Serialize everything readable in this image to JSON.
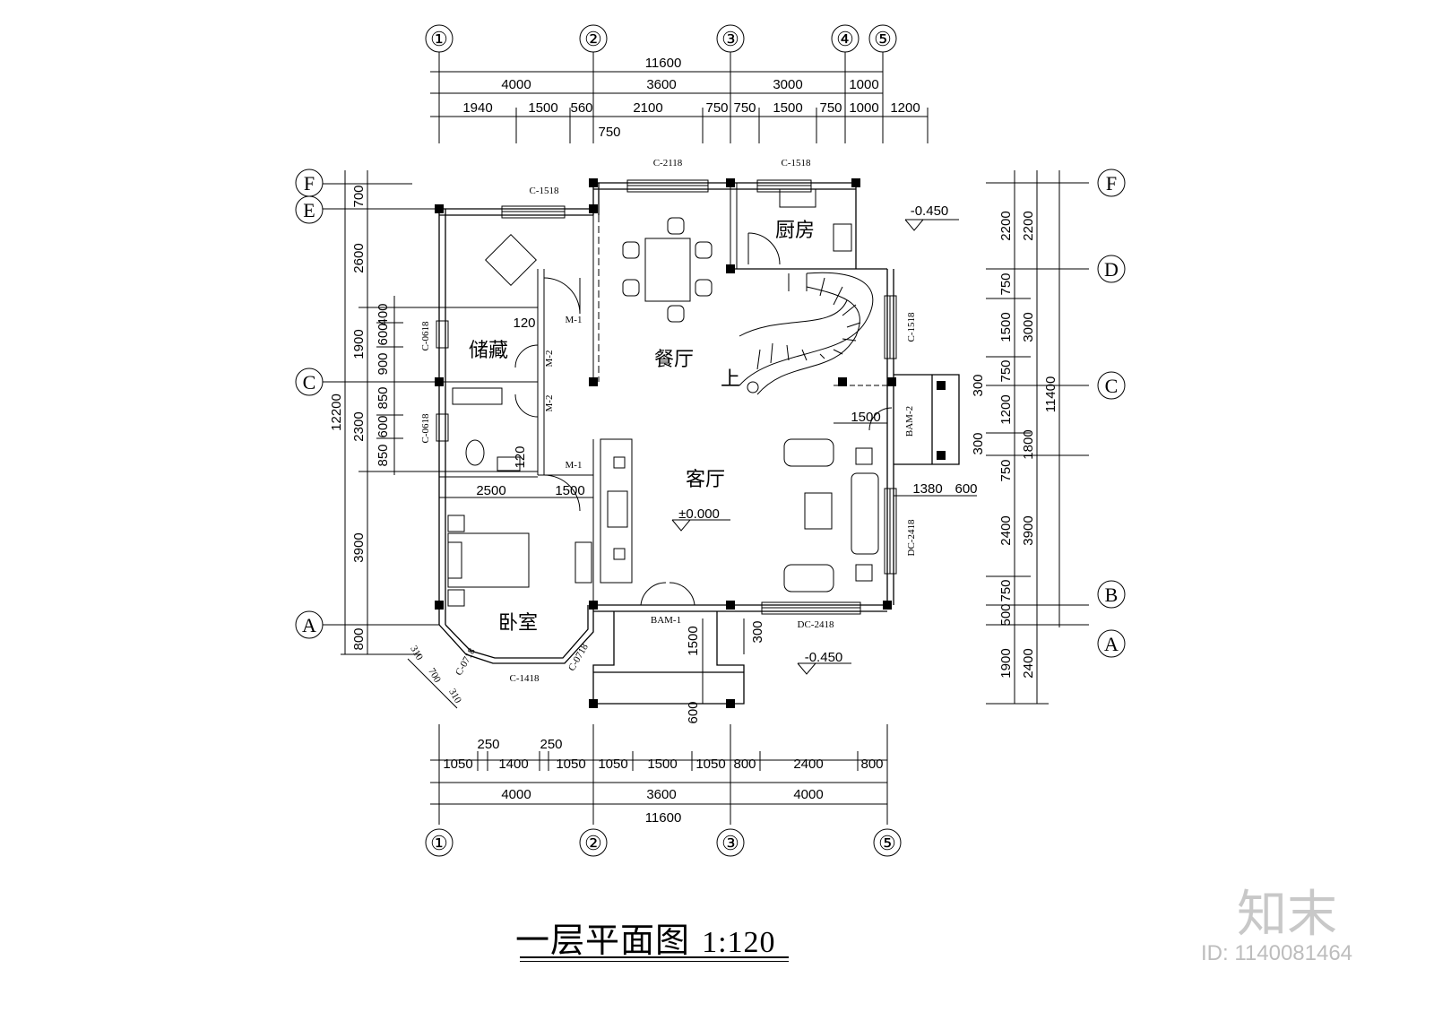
{
  "drawing": {
    "title": "一层平面图",
    "scale": "1:120"
  },
  "watermark": {
    "brand": "知末",
    "id": "ID: 1140081464"
  },
  "axes": {
    "top": [
      "①",
      "②",
      "③",
      "④",
      "⑤"
    ],
    "bottom": [
      "①",
      "②",
      "③",
      "⑤"
    ],
    "left": [
      "F",
      "E",
      "C",
      "A"
    ],
    "right": [
      "F",
      "D",
      "C",
      "B",
      "A"
    ]
  },
  "top_dims": {
    "total": "11600",
    "row2": [
      "4000",
      "3600",
      "3000",
      "1000"
    ],
    "row3": [
      "1940",
      "1500",
      "560",
      "2100",
      "750",
      "750",
      "1500",
      "750",
      "1000",
      "1200"
    ],
    "below": "750"
  },
  "bottom_dims": {
    "total": "11600",
    "row2": [
      "4000",
      "3600",
      "4000"
    ],
    "row1": [
      "1050",
      "1400",
      "1050",
      "1050",
      "1500",
      "1050",
      "800",
      "2400",
      "800"
    ],
    "top_small": [
      "250",
      "250"
    ]
  },
  "left_dims": {
    "total": "12200",
    "row": [
      "700",
      "2600",
      "1900",
      "2300",
      "3900",
      "800"
    ],
    "inner": [
      "400",
      "600",
      "900",
      "850",
      "600",
      "850"
    ]
  },
  "right_dims": {
    "total": "11400",
    "outer": [
      "2200",
      "3000",
      "3900",
      "2400"
    ],
    "inner": [
      "2200",
      "750",
      "1500",
      "750",
      "1200",
      "1800",
      "750",
      "2400",
      "750",
      "500",
      "1900"
    ],
    "small": [
      "300",
      "300"
    ]
  },
  "rooms": {
    "storage": "储藏",
    "kitchen": "厨房",
    "dining": "餐厅",
    "living": "客厅",
    "bedroom": "卧室",
    "up": "上"
  },
  "labels": {
    "c1518_a": "C-1518",
    "c2118": "C-2118",
    "c1518_b": "C-1518",
    "c1518_c": "C-1518",
    "c0618_a": "C-0618",
    "c0618_b": "C-0618",
    "m1_a": "M-1",
    "m1_b": "M-1",
    "m2_a": "M-2",
    "m2_b": "M-2",
    "bam1": "BAM-1",
    "bam2": "BAM-2",
    "dc2418_a": "DC-2418",
    "dc2418_b": "DC-2418",
    "c0718_a": "C-0718",
    "c0718_b": "C-0718",
    "c1418": "C-1418"
  },
  "levels": {
    "ne": "-0.450",
    "se": "-0.450",
    "living": "±0.000"
  },
  "misc_dims": {
    "d120a": "120",
    "d120b": "120",
    "d2500": "2500",
    "d1500a": "1500",
    "d1500b": "1500",
    "d1500c": "1500",
    "d1380": "1380",
    "d600a": "600",
    "d600b": "600",
    "d300": "300",
    "d310a": "310",
    "d700": "700",
    "d310b": "310"
  }
}
